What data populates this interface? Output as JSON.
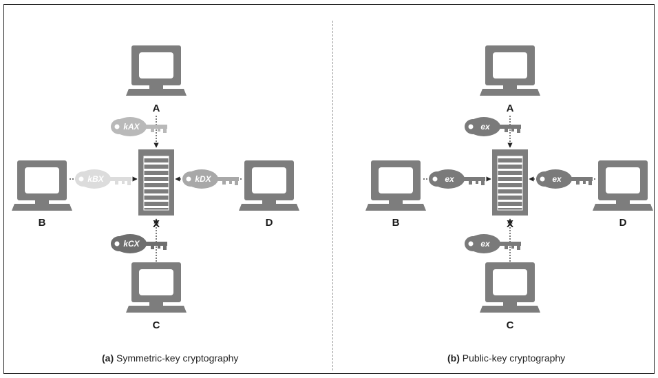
{
  "panels": [
    {
      "caption_prefix": "(a)",
      "caption_text": "Symmetric-key cryptography",
      "hub_label": "X",
      "nodes": {
        "top": "A",
        "left": "B",
        "right": "D",
        "bottom": "C"
      },
      "keys": {
        "top": "kAX",
        "left": "kBX",
        "right": "kDX",
        "bottom": "kCX"
      },
      "key_colors": {
        "top": "#b9b9b9",
        "left": "#dcdcdc",
        "right": "#a8a8a8",
        "bottom": "#6e6e6e"
      }
    },
    {
      "caption_prefix": "(b)",
      "caption_text": "Public-key cryptography",
      "hub_label": "X",
      "nodes": {
        "top": "A",
        "left": "B",
        "right": "D",
        "bottom": "C"
      },
      "keys": {
        "top": "ex",
        "left": "ex",
        "right": "ex",
        "bottom": "ex"
      },
      "key_colors": {
        "top": "#7a7a7a",
        "left": "#7a7a7a",
        "right": "#7a7a7a",
        "bottom": "#7a7a7a"
      }
    }
  ],
  "colors": {
    "device": "#7d7d7d",
    "server_slot": "#ffffff",
    "connector": "#222222"
  },
  "icons": {
    "computer": "monitor-icon",
    "server": "server-icon",
    "key": "key-icon"
  }
}
